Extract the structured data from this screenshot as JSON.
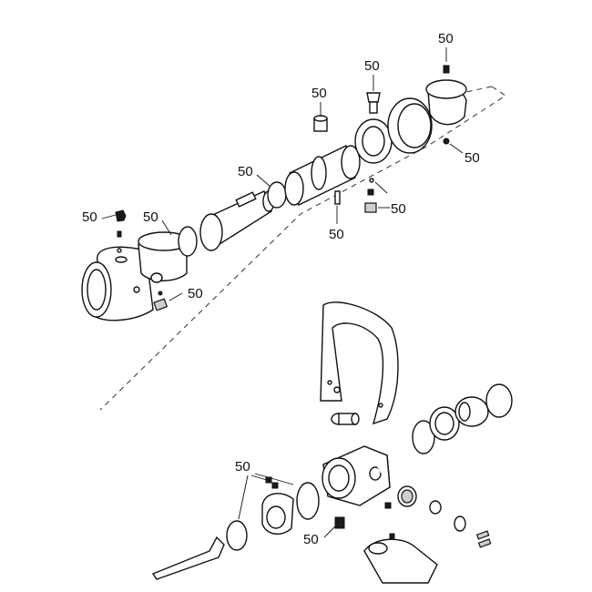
{
  "callouts": [
    {
      "id": "c1",
      "label": "50"
    },
    {
      "id": "c2",
      "label": "50"
    },
    {
      "id": "c3",
      "label": "50"
    },
    {
      "id": "c4",
      "label": "50"
    },
    {
      "id": "c5",
      "label": "50"
    },
    {
      "id": "c6",
      "label": "50"
    },
    {
      "id": "c7",
      "label": "50"
    },
    {
      "id": "c8",
      "label": "50"
    },
    {
      "id": "c9",
      "label": "50"
    },
    {
      "id": "c10",
      "label": "50"
    },
    {
      "id": "c11",
      "label": "50"
    },
    {
      "id": "c12",
      "label": "50"
    }
  ]
}
